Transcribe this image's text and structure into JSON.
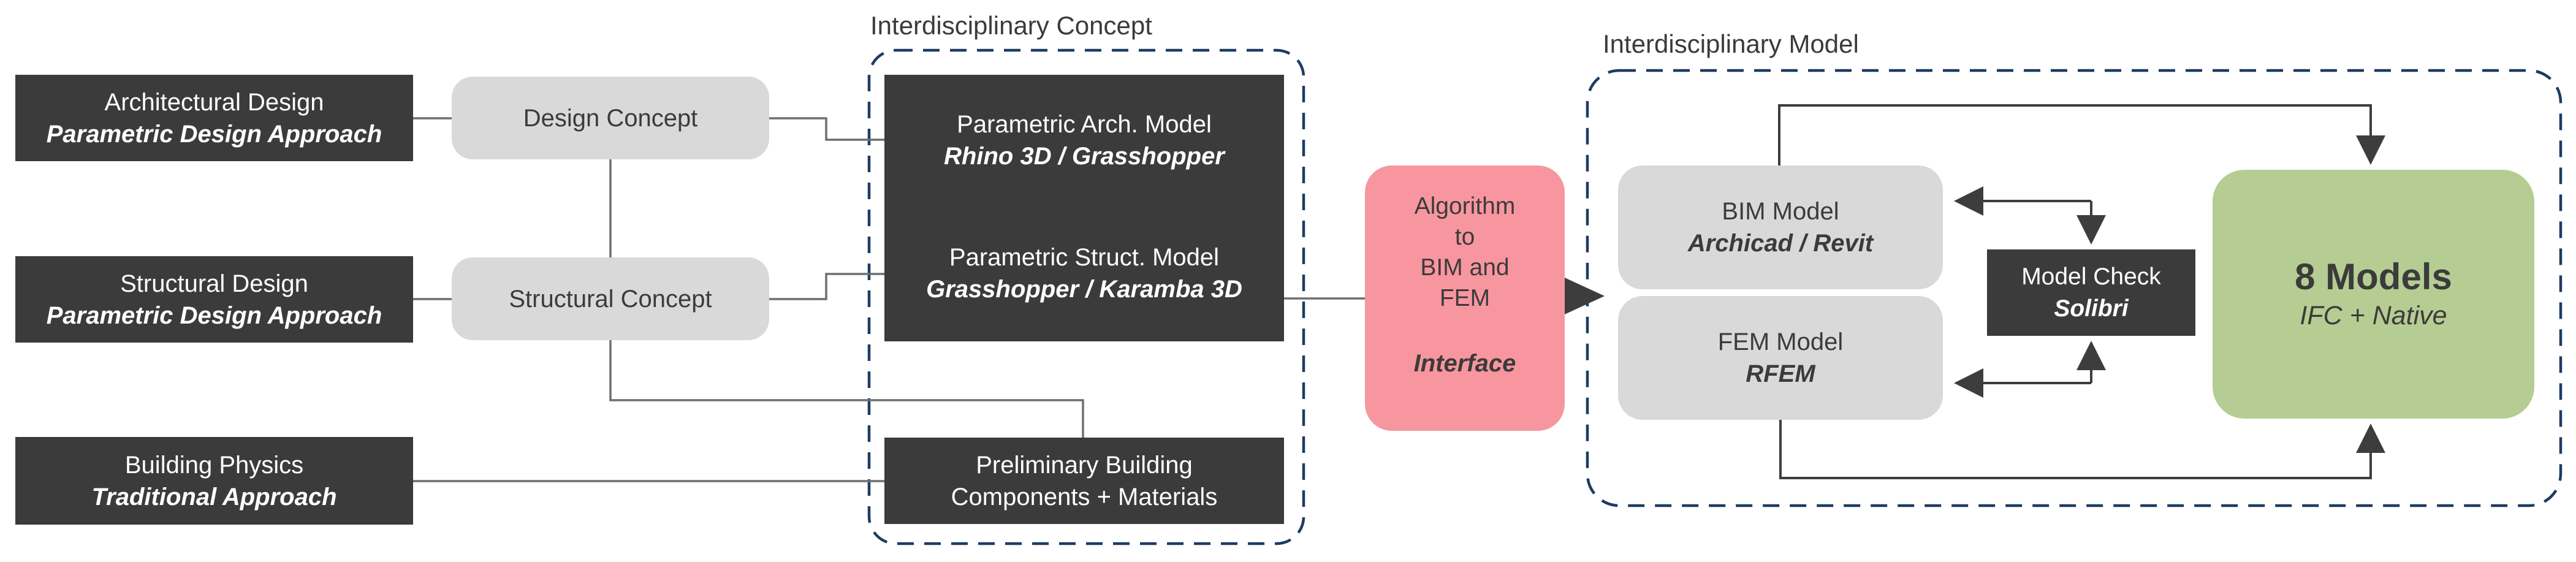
{
  "colors": {
    "dark-box": "#3b3b3b",
    "light-box": "#d9d9d9",
    "pink-box": "#f8969f",
    "green-box": "#b5cd92",
    "dashed-border": "#1d3b63",
    "connector": "#6f6f6f",
    "arrow": "#3d3d3d",
    "text-dark": "#3b3b3b",
    "text-light": "#ffffff"
  },
  "sources": [
    {
      "title": "Architectural Design",
      "subtitle": "Parametric Design Approach"
    },
    {
      "title": "Structural Design",
      "subtitle": "Parametric Design Approach"
    },
    {
      "title": "Building Physics",
      "subtitle": "Traditional Approach"
    }
  ],
  "concepts": [
    {
      "label": "Design Concept"
    },
    {
      "label": "Structural Concept"
    }
  ],
  "concept_group": {
    "title": "Interdisciplinary Concept",
    "arch_model": {
      "title": "Parametric Arch. Model",
      "subtitle": "Rhino 3D / Grasshopper"
    },
    "struct_model": {
      "title": "Parametric Struct. Model",
      "subtitle": "Grasshopper / Karamba 3D"
    },
    "preliminary": {
      "line1": "Preliminary Building",
      "line2": "Components + Materials"
    }
  },
  "algorithm": {
    "line1": "Algorithm",
    "line2": "to",
    "line3": "BIM and",
    "line4": "FEM",
    "subtitle": "Interface"
  },
  "model_group": {
    "title": "Interdisciplinary Model",
    "bim": {
      "title": "BIM Model",
      "subtitle": "Archicad / Revit"
    },
    "fem": {
      "title": "FEM Model",
      "subtitle": "RFEM"
    },
    "model_check": {
      "title": "Model Check",
      "subtitle": "Solibri"
    },
    "models": {
      "title": "8 Models",
      "subtitle": "IFC + Native"
    }
  }
}
